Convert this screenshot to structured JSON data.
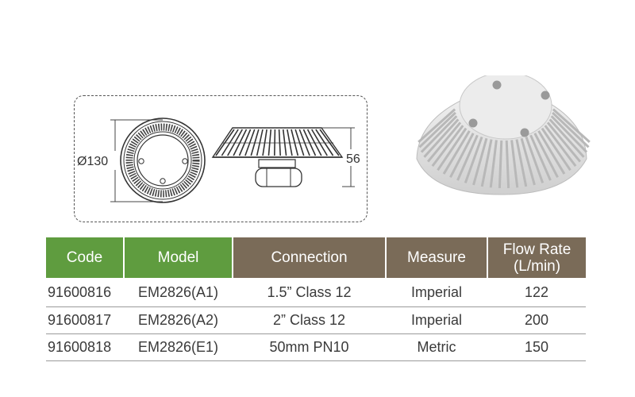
{
  "drawing": {
    "diameter_label": "Ø130",
    "height_label": "56"
  },
  "table": {
    "headers": {
      "code": "Code",
      "model": "Model",
      "connection": "Connection",
      "measure": "Measure",
      "flow_rate_line1": "Flow Rate",
      "flow_rate_line2": "(L/min)"
    },
    "rows": [
      {
        "code": "91600816",
        "model": "EM2826(A1)",
        "connection": "1.5” Class 12",
        "measure": "Imperial",
        "flow": "122"
      },
      {
        "code": "91600817",
        "model": "EM2826(A2)",
        "connection": "2” Class 12",
        "measure": "Imperial",
        "flow": "200"
      },
      {
        "code": "91600818",
        "model": "EM2826(E1)",
        "connection": "50mm PN10",
        "measure": "Metric",
        "flow": "150"
      }
    ]
  },
  "colors": {
    "header_green": "#5f9c3f",
    "header_brown": "#7a6b58"
  }
}
